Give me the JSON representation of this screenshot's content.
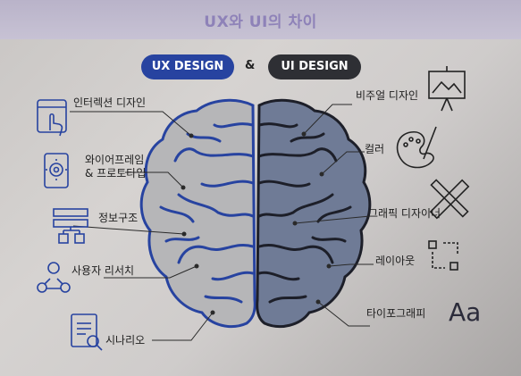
{
  "title": "UX와 UI의 차이",
  "ux_pill": "UX DESIGN",
  "amp": "&",
  "ui_pill": "UI DESIGN",
  "ux_items": [
    "인터렉션 디자인",
    "와이어프레임\n& 프로토타입",
    "정보구조",
    "사용자 리서치",
    "시나리오"
  ],
  "ui_items": [
    "비주얼 디자인",
    "컬러",
    "그래픽 디자이너",
    "레이아웃",
    "타이포그래피"
  ],
  "typography_glyph": "Aa",
  "colors": {
    "ux_accent": "#2743a0",
    "ui_dark": "#2e2f34",
    "title": "#8e82b8"
  }
}
